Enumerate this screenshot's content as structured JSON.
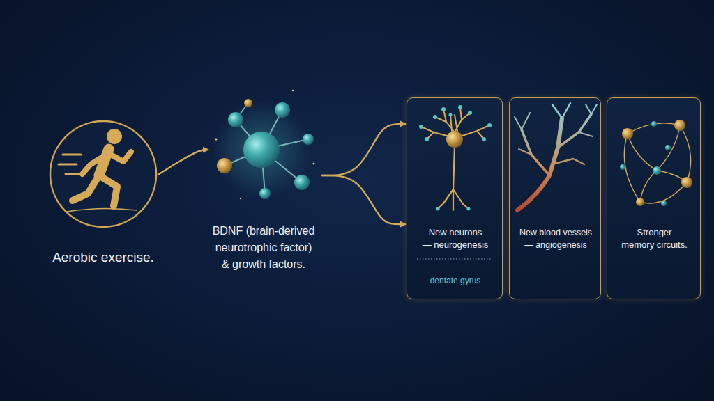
{
  "diagram": {
    "nodes": [
      {
        "text": [
          "Aerobic exercise."
        ]
      },
      {
        "text": [
          "BDNF (brain-derived neurotrophic factor) & growth factors."
        ]
      },
      {
        "text": [
          "New neurons — neurogenesis",
          "dentate gyrus"
        ]
      },
      {
        "text": [
          "New blood vessels — angiogenesis"
        ]
      },
      {
        "text": [
          "Stronger memory circuits."
        ]
      }
    ],
    "edges": [
      {
        "from": 0,
        "to": 1,
        "arrow": "to"
      },
      {
        "from": 1,
        "to": 2,
        "arrow": "to"
      },
      {
        "from": 1,
        "to": 2,
        "arrow": "to"
      }
    ]
  }
}
